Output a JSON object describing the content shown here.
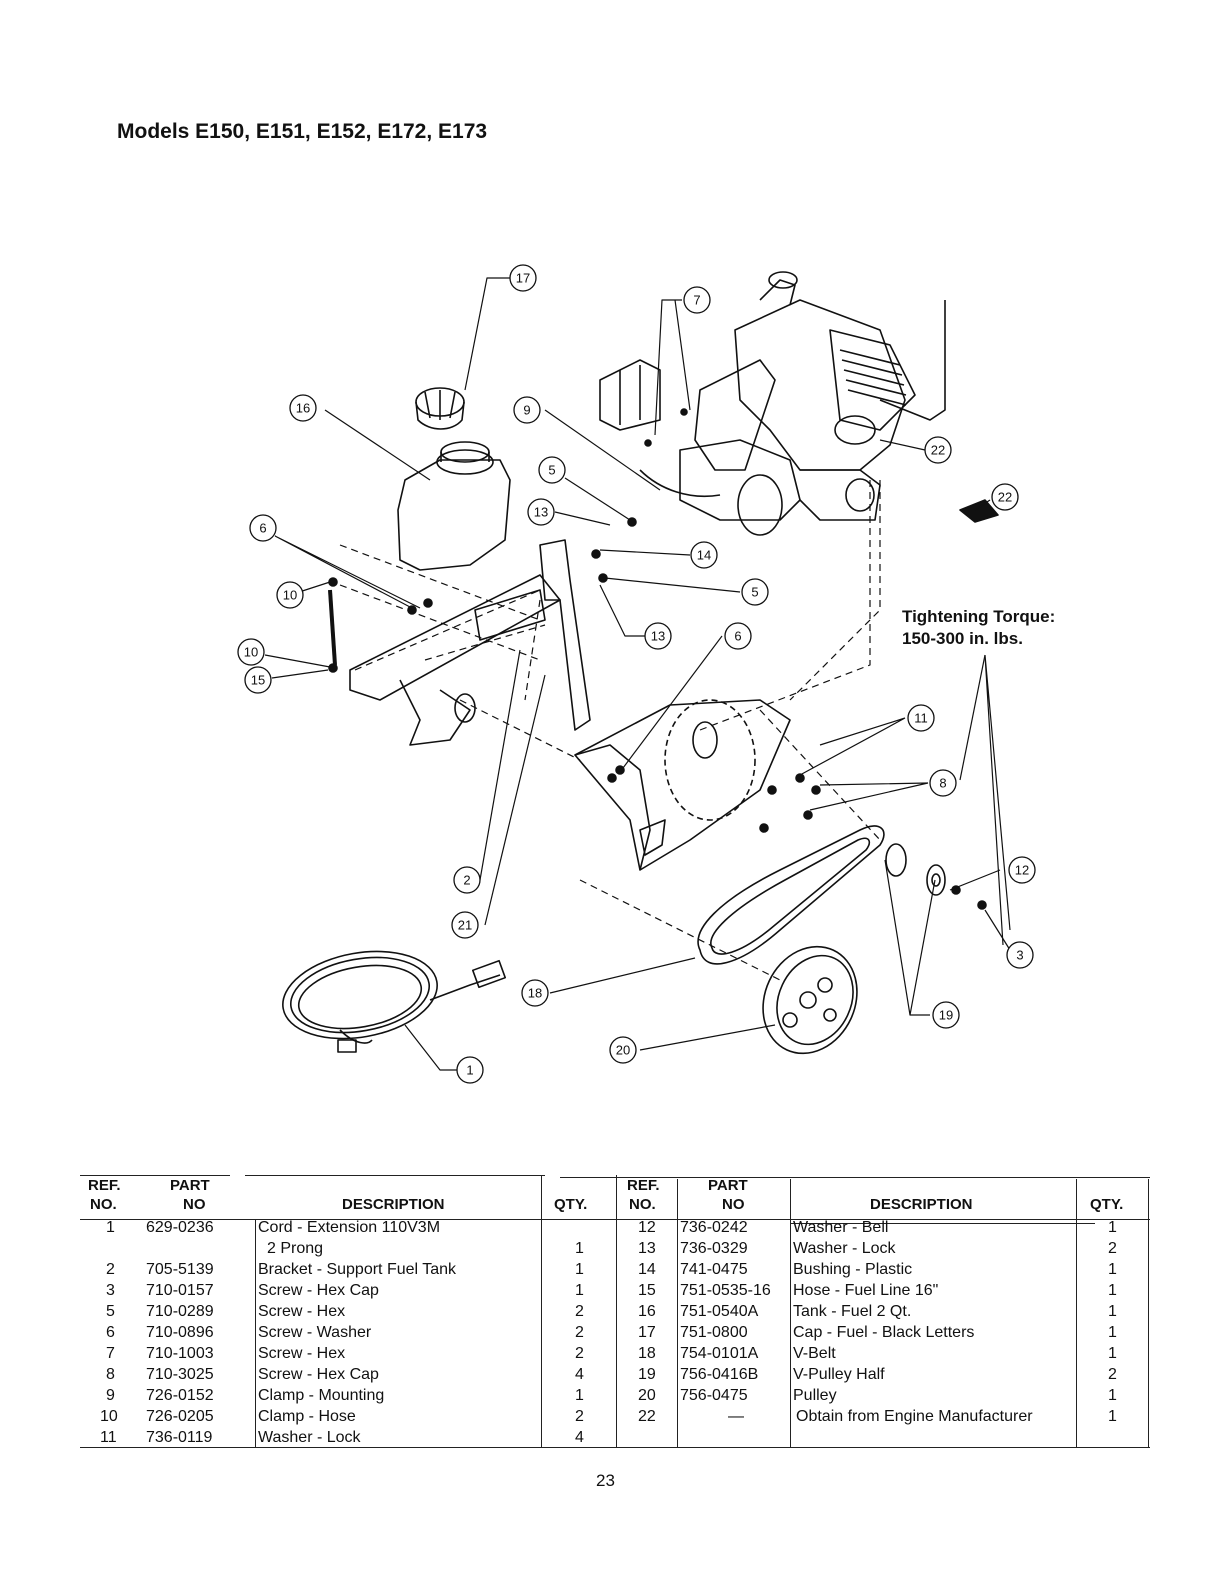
{
  "title": "Models E150, E151, E152, E172, E173",
  "torque": {
    "line1": "Tightening Torque:",
    "line2": "150-300 in. lbs."
  },
  "callouts": [
    "1",
    "2",
    "3",
    "5",
    "5",
    "6",
    "6",
    "7",
    "8",
    "9",
    "10",
    "10",
    "11",
    "12",
    "13",
    "13",
    "14",
    "15",
    "16",
    "17",
    "18",
    "19",
    "20",
    "21",
    "22",
    "22"
  ],
  "table": {
    "headers": {
      "ref1": "REF.",
      "ref2": "NO.",
      "part1": "PART",
      "part2": "NO",
      "desc": "DESCRIPTION",
      "qty": "QTY."
    },
    "left": [
      {
        "ref": "1",
        "part": "629-0236",
        "desc": "Cord - Extension 110V3M",
        "qty": ""
      },
      {
        "ref": "",
        "part": "",
        "desc": "2 Prong",
        "qty": "1"
      },
      {
        "ref": "2",
        "part": "705-5139",
        "desc": "Bracket - Support Fuel Tank",
        "qty": "1"
      },
      {
        "ref": "3",
        "part": "710-0157",
        "desc": "Screw - Hex Cap",
        "qty": "1"
      },
      {
        "ref": "5",
        "part": "710-0289",
        "desc": "Screw - Hex",
        "qty": "2"
      },
      {
        "ref": "6",
        "part": "710-0896",
        "desc": "Screw - Washer",
        "qty": "2"
      },
      {
        "ref": "7",
        "part": "710-1003",
        "desc": "Screw - Hex",
        "qty": "2"
      },
      {
        "ref": "8",
        "part": "710-3025",
        "desc": "Screw - Hex Cap",
        "qty": "4"
      },
      {
        "ref": "9",
        "part": "726-0152",
        "desc": "Clamp - Mounting",
        "qty": "1"
      },
      {
        "ref": "10",
        "part": "726-0205",
        "desc": "Clamp - Hose",
        "qty": "2"
      },
      {
        "ref": "11",
        "part": "736-0119",
        "desc": "Washer - Lock",
        "qty": "4"
      }
    ],
    "right": [
      {
        "ref": "12",
        "part": "736-0242",
        "desc": "Washer - Bell",
        "qty": "1"
      },
      {
        "ref": "13",
        "part": "736-0329",
        "desc": "Washer - Lock",
        "qty": "2"
      },
      {
        "ref": "14",
        "part": "741-0475",
        "desc": "Bushing - Plastic",
        "qty": "1"
      },
      {
        "ref": "15",
        "part": "751-0535-16",
        "desc": "Hose - Fuel Line 16\"",
        "qty": "1"
      },
      {
        "ref": "16",
        "part": "751-0540A",
        "desc": "Tank - Fuel 2 Qt.",
        "qty": "1"
      },
      {
        "ref": "17",
        "part": "751-0800",
        "desc": "Cap - Fuel - Black Letters",
        "qty": "1"
      },
      {
        "ref": "18",
        "part": "754-0101A",
        "desc": "V-Belt",
        "qty": "1"
      },
      {
        "ref": "19",
        "part": "756-0416B",
        "desc": "V-Pulley Half",
        "qty": "2"
      },
      {
        "ref": "20",
        "part": "756-0475",
        "desc": "Pulley",
        "qty": "1"
      },
      {
        "ref": "22",
        "part": "—",
        "desc": "Obtain from Engine Manufacturer",
        "qty": "1"
      }
    ]
  },
  "page_number": "23"
}
